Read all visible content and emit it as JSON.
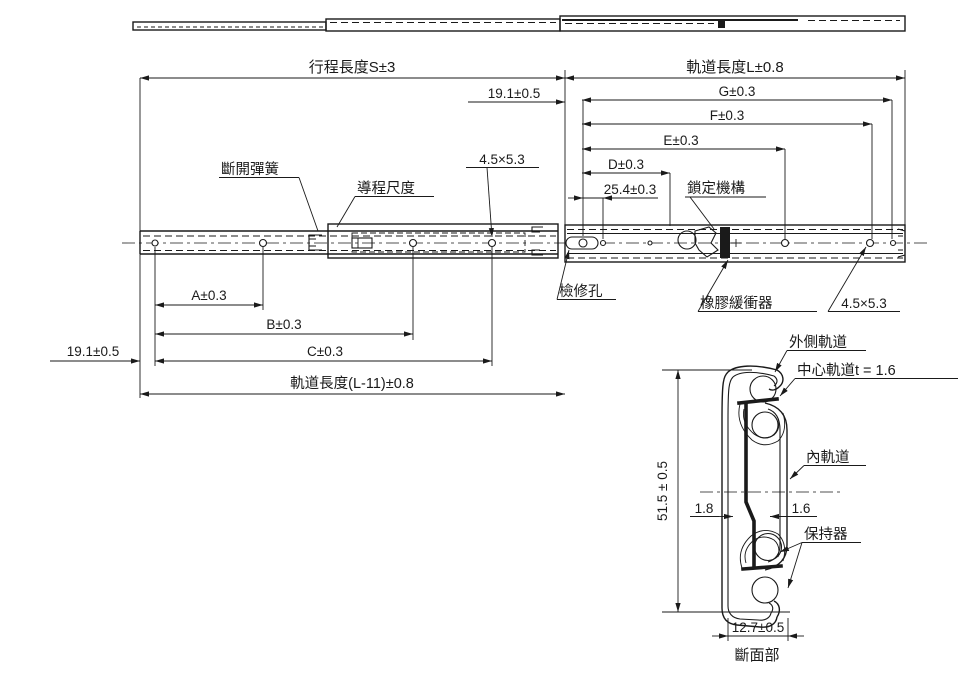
{
  "dims": {
    "stroke_length": "行程長度S±3",
    "rail_length": "軌道長度L±0.8",
    "offset_top": "19.1±0.5",
    "g": "G±0.3",
    "f": "F±0.3",
    "e": "E±0.3",
    "d": "D±0.3",
    "hole_pitch": "25.4±0.3",
    "a": "A±0.3",
    "b": "B±0.3",
    "c": "C±0.3",
    "offset_bottom": "19.1±0.5",
    "rail_length_minus": "軌道長度(L-11)±0.8",
    "slot_size_top": "4.5×5.3",
    "slot_size_right": "4.5×5.3"
  },
  "callouts": {
    "disconnect_spring": "斷開彈簧",
    "lead_scale": "導程尺度",
    "lock_mechanism": "鎖定機構",
    "inspection_hole": "檢修孔",
    "rubber_bumper": "橡膠緩衝器"
  },
  "section": {
    "outer_rail": "外側軌道",
    "center_rail": "中心軌道t = 1.6",
    "inner_rail": "內軌道",
    "retainer": "保持器",
    "height": "51.5 ± 0.5",
    "gap_left": "1.8",
    "gap_right": "1.6",
    "width": "12.7±0.5",
    "caption": "斷面部"
  },
  "colors": {
    "line": "#1a1a1a",
    "background": "#ffffff"
  }
}
